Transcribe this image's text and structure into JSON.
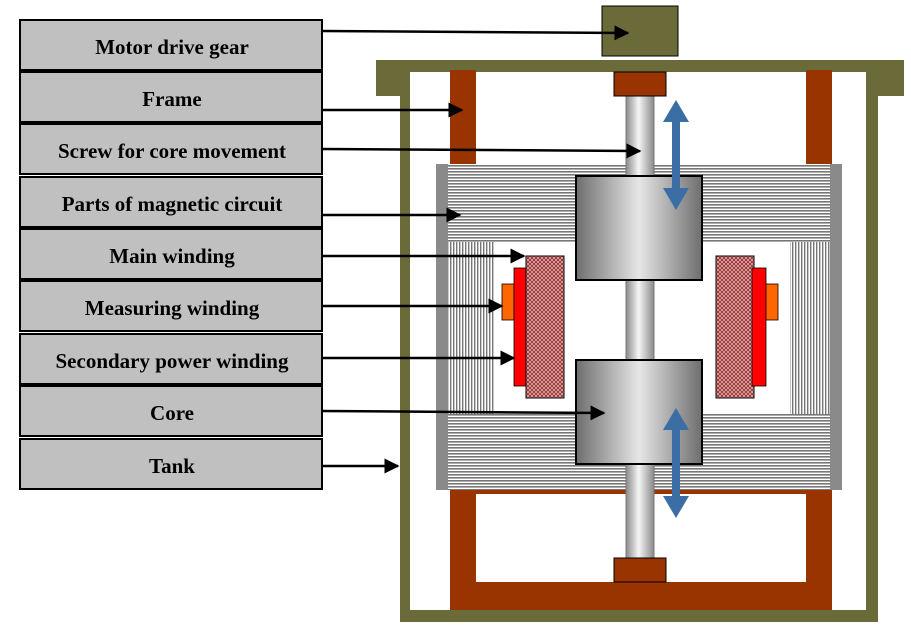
{
  "labels": {
    "motor_drive_gear": "Motor drive gear",
    "frame": "Frame",
    "screw": "Screw for core movement",
    "magnetic_parts": "Parts of magnetic circuit",
    "main_winding": "Main winding",
    "measuring_winding": "Measuring winding",
    "secondary_winding": "Secondary power winding",
    "core": "Core",
    "tank": "Tank"
  },
  "colors": {
    "label_box_fill": "#c0c0c0",
    "tank": "#6b6b3a",
    "frame": "#993300",
    "magnetic_circuit": "#9a9a9a",
    "core": "#a8a8a8",
    "main_winding": "#8c1a1a",
    "measuring_winding": "#ff0000",
    "secondary_winding": "#ff6600",
    "movement_arrow": "#3a6ea5",
    "pointer": "#000000"
  },
  "icons": {
    "movement": "double-arrow-vertical-icon",
    "pointer": "arrow-right-icon"
  }
}
